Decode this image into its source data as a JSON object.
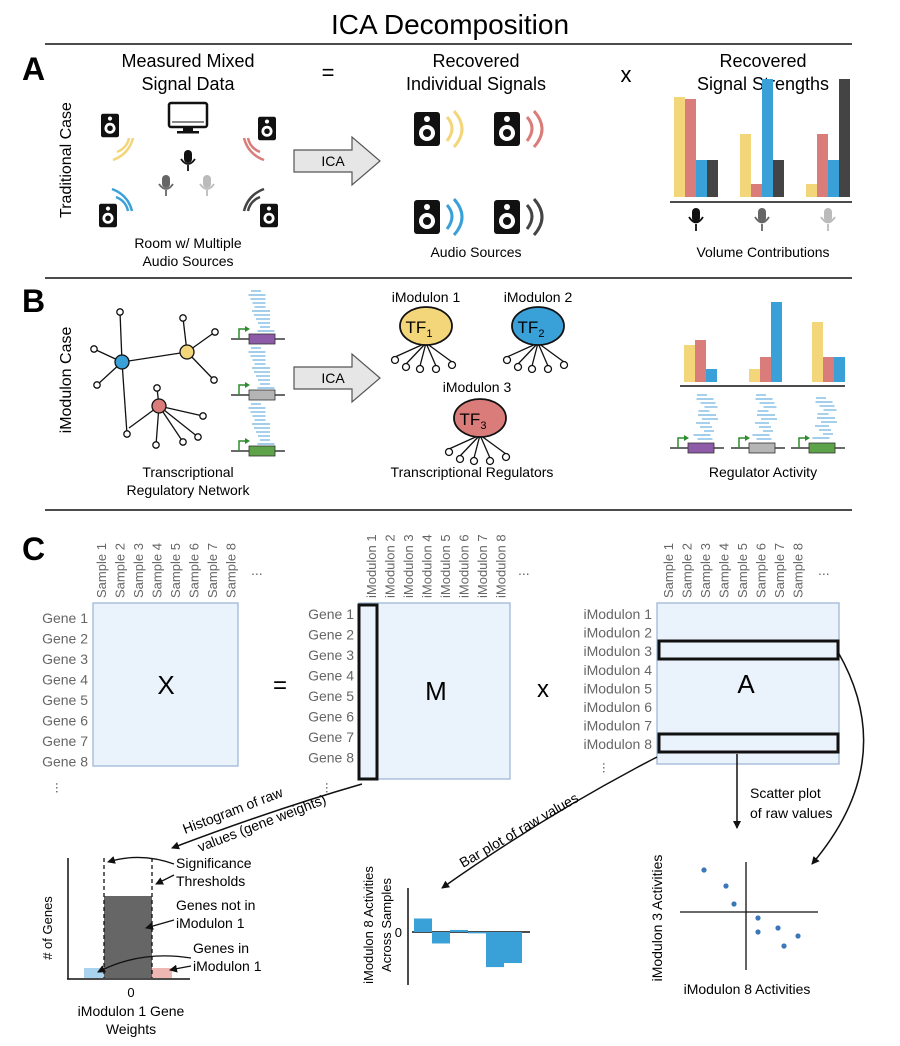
{
  "title": "ICA Decomposition",
  "panel_a": {
    "letter": "A",
    "side_label": "Traditional Case",
    "mixed_title": [
      "Measured Mixed",
      "Signal Data"
    ],
    "equals": "=",
    "signals_title": [
      "Recovered",
      "Individual Signals"
    ],
    "times": "x",
    "strengths_title": [
      "Recovered",
      "Signal Strengths"
    ],
    "arrow_label": "ICA",
    "room_caption": [
      "Room w/ Multiple",
      "Audio Sources"
    ],
    "sources_caption": "Audio Sources",
    "volume_caption": "Volume Contributions",
    "colors": {
      "yellow": "#f3d57a",
      "red": "#d97c7a",
      "blue": "#3aa0d8",
      "dark": "#444444"
    },
    "bar_groups": [
      [
        100,
        98,
        37,
        37
      ],
      [
        63,
        13,
        118,
        37
      ],
      [
        13,
        63,
        37,
        118
      ]
    ],
    "bar_order": [
      "yellow",
      "red",
      "blue",
      "dark"
    ]
  },
  "panel_b": {
    "letter": "B",
    "side_label": "iModulon Case",
    "arrow_label": "ICA",
    "imodulon_1": "iModulon 1",
    "imodulon_2": "iModulon 2",
    "imodulon_3": "iModulon 3",
    "tf_base": "TF",
    "tf_subs": [
      "1",
      "2",
      "3"
    ],
    "network_caption": [
      "Transcriptional",
      "Regulatory Network"
    ],
    "regulators_caption": "Transcriptional Regulators",
    "activity_caption": "Regulator Activity",
    "gene_colors": [
      "#8e5ba8",
      "#b5b5b5",
      "#5ea24a"
    ],
    "bar_groups": [
      [
        37,
        42,
        13
      ],
      [
        13,
        25,
        80
      ],
      [
        60,
        25,
        25
      ]
    ],
    "bar_order": [
      "yellow",
      "red",
      "blue"
    ]
  },
  "panel_c": {
    "letter": "C",
    "samples": [
      "Sample 1",
      "Sample 2",
      "Sample 3",
      "Sample 4",
      "Sample 5",
      "Sample 6",
      "Sample 7",
      "Sample 8"
    ],
    "imodulons": [
      "iModulon 1",
      "iModulon 2",
      "iModulon 3",
      "iModulon 4",
      "iModulon 5",
      "iModulon 6",
      "iModulon 7",
      "iModulon 8"
    ],
    "genes": [
      "Gene 1",
      "Gene 2",
      "Gene 3",
      "Gene 4",
      "Gene 5",
      "Gene 6",
      "Gene 7",
      "Gene 8"
    ],
    "ellipsis": "...",
    "matrix_x": "X",
    "matrix_m": "M",
    "matrix_a": "A",
    "equals": "=",
    "times": "x",
    "hist_arrow_label": [
      "Histogram of raw",
      "values (gene weights)"
    ],
    "bar_arrow_label": "Bar plot of raw values",
    "scatter_arrow_label": [
      "Scatter plot",
      "of raw values"
    ],
    "hist": {
      "ylabel": "# of Genes",
      "xlabel": [
        "iModulon 1 Gene",
        "Weights"
      ],
      "zero": "0",
      "sig_label": [
        "Significance",
        "Thresholds"
      ],
      "not_in_label": [
        "Genes not in",
        "iModulon 1"
      ],
      "in_label": [
        "Genes in",
        "iModulon 1"
      ]
    },
    "bar": {
      "ylabel": [
        "iModulon 8 Activities",
        "Across Samples"
      ],
      "zero": "0",
      "values": [
        1.0,
        -0.85,
        0.15,
        -0.1,
        -2.6,
        -2.3
      ]
    },
    "scatter": {
      "ylabel": "iModulon 3 Activities",
      "xlabel": "iModulon 8 Activities"
    }
  },
  "chart_data": [
    {
      "type": "bar",
      "title": "",
      "ylabel": "iModulon 8 Activities Across Samples",
      "xlabel": "",
      "yticks": [
        "0"
      ],
      "values": [
        1.0,
        -0.85,
        0.15,
        -0.1,
        -2.6,
        -2.3
      ]
    },
    {
      "type": "scatter",
      "xlabel": "iModulon 8 Activities",
      "ylabel": "iModulon 3 Activities",
      "x": [
        -2.1,
        -1.0,
        -0.6,
        0.6,
        0.6,
        1.6,
        1.9,
        2.6
      ],
      "y": [
        2.1,
        1.3,
        0.4,
        -0.3,
        -1.0,
        -0.8,
        -1.7,
        -1.2
      ]
    }
  ]
}
